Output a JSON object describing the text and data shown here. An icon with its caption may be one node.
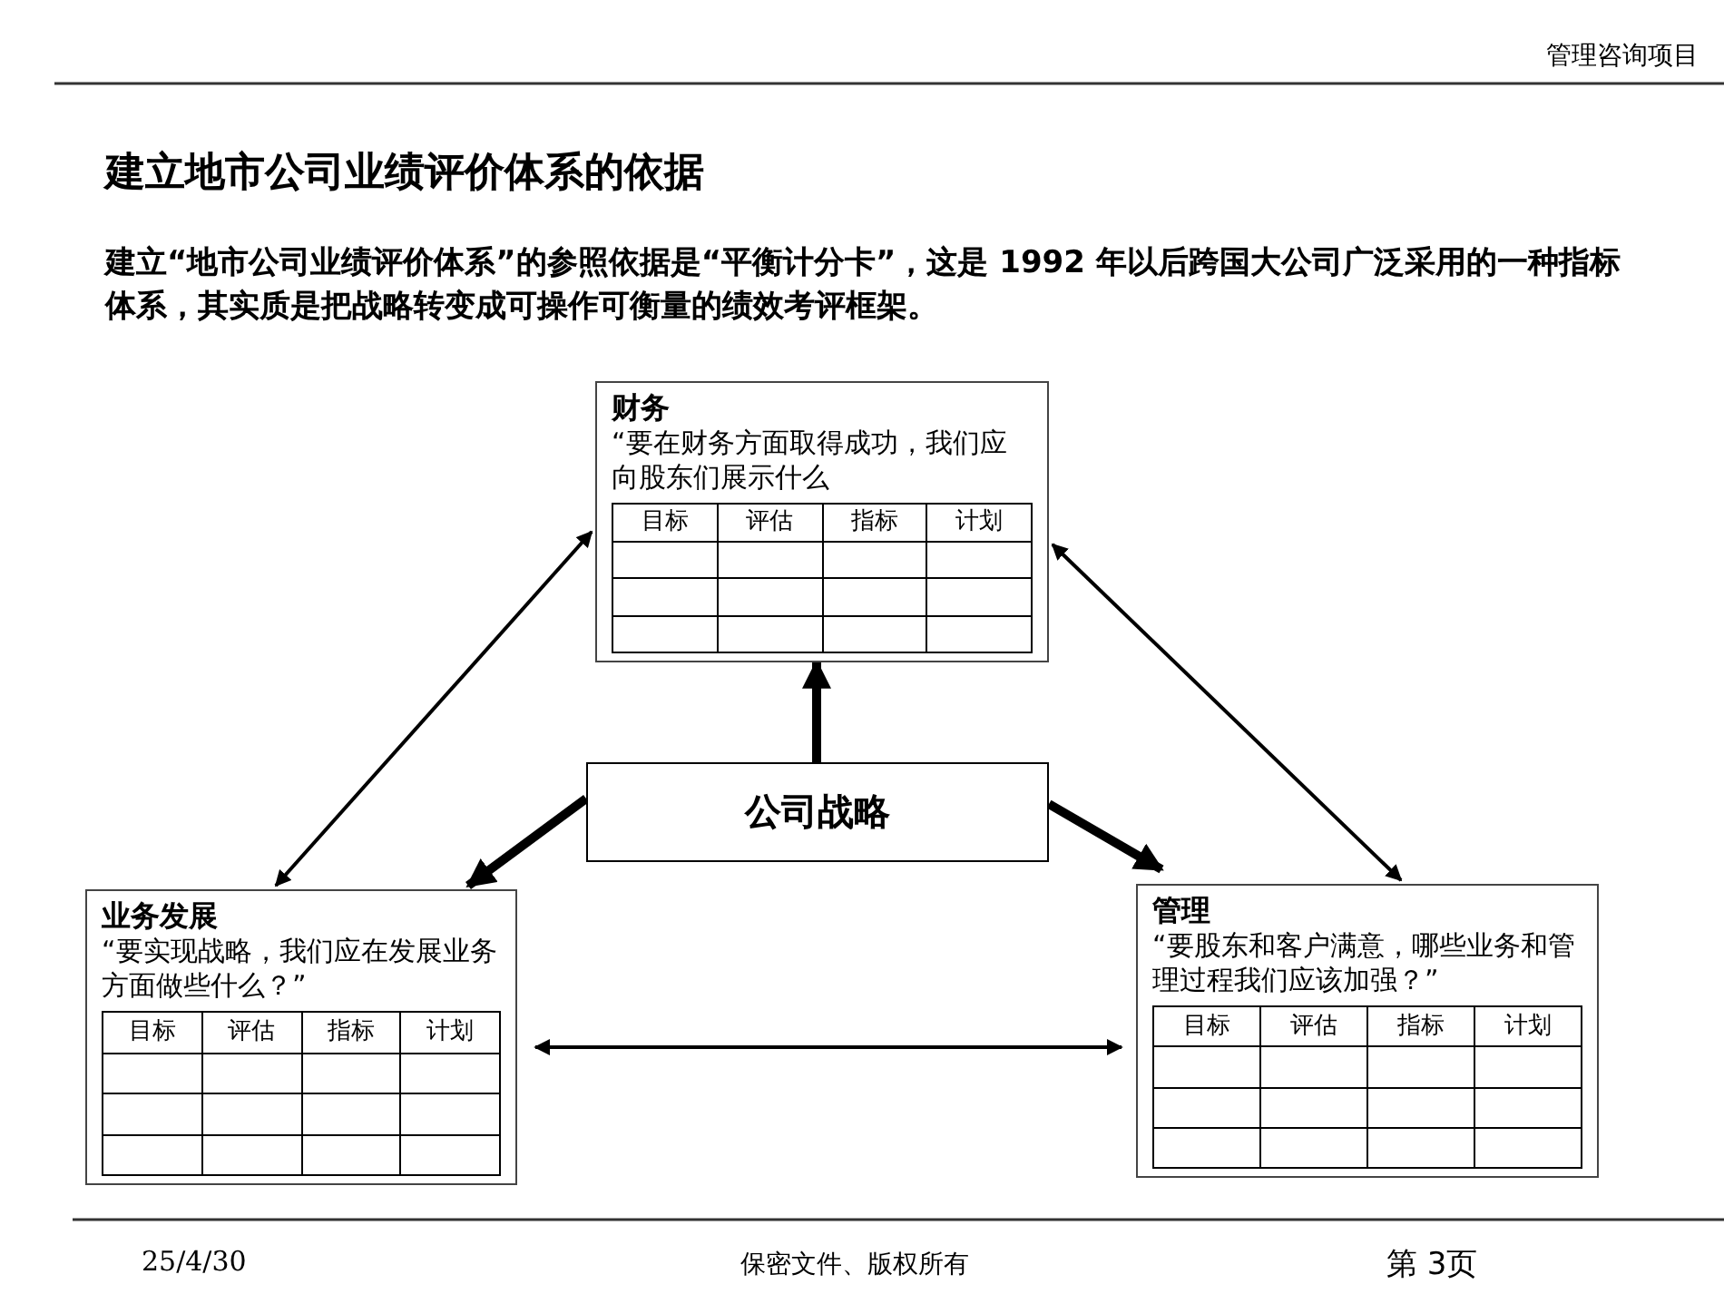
{
  "diagram": {
    "title": "建立地市公司业绩评价体系的依据",
    "nodes": [
      {
        "text": [
          "财务",
          "“要在财务方面取得成功，我们应向股东们展示什么",
          "目标",
          "评估",
          "指标",
          "计划"
        ]
      },
      {
        "text": [
          "公司战略"
        ]
      },
      {
        "text": [
          "业务发展",
          "“要实现战略，我们应在发展业务方面做些什么？”",
          "目标",
          "评估",
          "指标",
          "计划"
        ]
      },
      {
        "text": [
          "管理",
          "“要股东和客户满意，哪些业务和管理过程我们应该加强？”",
          "目标",
          "评估",
          "指标",
          "计划"
        ]
      }
    ],
    "edges": [
      {
        "from": 1,
        "to": 0,
        "arrow": "to",
        "style": "thick"
      },
      {
        "from": 1,
        "to": 2,
        "arrow": "to",
        "style": "thick"
      },
      {
        "from": 1,
        "to": 3,
        "arrow": "to",
        "style": "thick"
      },
      {
        "from": 2,
        "to": 0,
        "arrow": "both"
      },
      {
        "from": 0,
        "to": 3,
        "arrow": "both"
      },
      {
        "from": 2,
        "to": 3,
        "arrow": "both"
      }
    ],
    "labels": [
      "管理咨询项目",
      "建立“地市公司业绩评价体系”的参照依据是“平衡计分卡”，这是 1992 年以后跨国大公司广泛采用的一种指标体系，其实质是把战略转变成可操作可衡量的绩效考评框架。",
      "25/4/30",
      "保密文件、版权所有",
      "第 3页"
    ]
  }
}
